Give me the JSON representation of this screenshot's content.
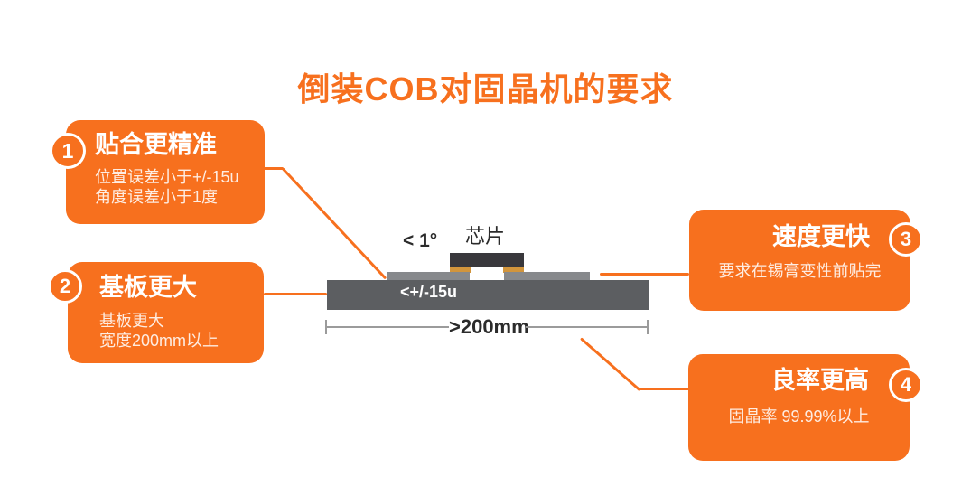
{
  "title": "倒装COB对固晶机的要求",
  "cards": [
    {
      "number": "1",
      "heading": "贴合更精准",
      "line1": "位置误差小于+/-15u",
      "line2": "角度误差小于1度"
    },
    {
      "number": "2",
      "heading": "基板更大",
      "line1": "基板更大",
      "line2": "宽度200mm以上"
    },
    {
      "number": "3",
      "heading": "速度更快",
      "line1": "要求在锡膏变性前贴完"
    },
    {
      "number": "4",
      "heading": "良率更高",
      "line1": "固晶率 99.99%以上"
    }
  ],
  "diagram": {
    "chip_label": "芯片",
    "angle_label": "< 1°",
    "offset_label": "<+/-15u",
    "width_label": ">200mm"
  },
  "colors": {
    "accent": "#F7701E",
    "substrate": "#5C5E61",
    "layer": "#87898C",
    "chip": "#39383C",
    "pad": "#D2953C",
    "dimline": "#9B9B9B",
    "ink": "#2B2B2B"
  }
}
